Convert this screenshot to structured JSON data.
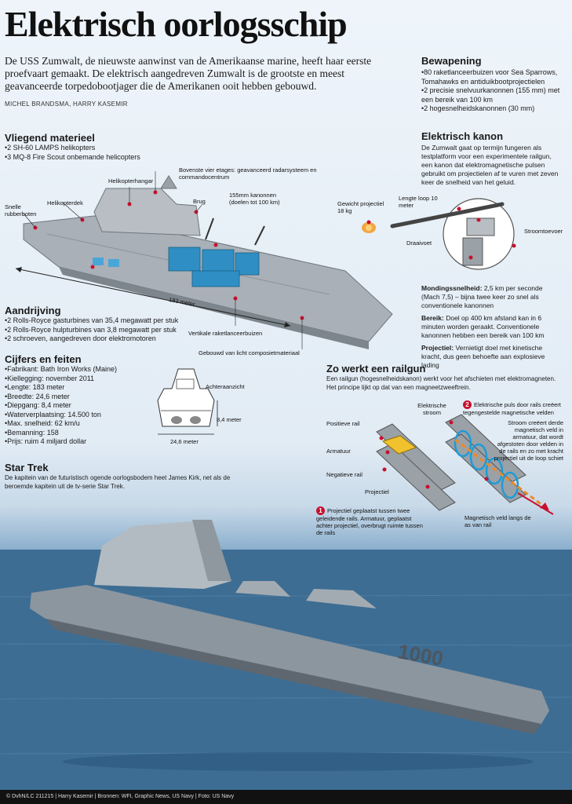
{
  "title": "Elektrisch oorlogsschip",
  "intro": "De USS Zumwalt, de nieuwste aanwinst van de Amerikaanse marine, heeft haar eerste proefvaart gemaakt. De elektrisch aangedreven Zumwalt is de grootste en meest geavanceerde torpedobootjager die de Amerikanen ooit hebben gebouwd.",
  "byline": "MICHEL BRANDSMA, HARRY KASEMIR",
  "vliegend": {
    "heading": "Vliegend materieel",
    "items": [
      "2 SH-60 LAMPS helikopters",
      "3 MQ-8 Fire Scout onbemande helicopters"
    ]
  },
  "bewapening": {
    "heading": "Bewapening",
    "items": [
      "80 raketlanceerbuizen voor Sea Sparrows, Tomahawks en antiduikbootprojectielen",
      "2 precisie snelvuurkanonnen (155 mm) met een bereik van 100 km",
      "2 hogesnelheidskanonnen (30 mm)"
    ]
  },
  "kanon": {
    "heading": "Elektrisch kanon",
    "text": "De Zumwalt gaat op termijn fungeren als testplatform voor een experimentele railgun, een kanon dat elektromagnetische pulsen gebruikt om projectielen af te vuren met zeven keer de snelheid van het geluid.",
    "gewicht": "Gewicht projectiel 18 kg",
    "lengte": "Lengte loop 10 meter",
    "draaivoet": "Draaivoet",
    "stroomtoevoer": "Stroomtoevoer",
    "facts": [
      {
        "label": "Mondingssnelheid:",
        "text": "2,5 km per seconde (Mach 7,5) – bijna twee keer zo snel als conventionele kanonnen"
      },
      {
        "label": "Bereik:",
        "text": "Doel op 400 km afstand kan in 6 minuten worden geraakt. Conventionele kanonnen hebben een bereik van 100 km"
      },
      {
        "label": "Projectiel:",
        "text": "Vernietigt doel met kinetische kracht, dus geen behoefte aan explosieve lading"
      }
    ]
  },
  "ship_labels": {
    "bovenste": "Bovenste vier etages: geavanceerd radarsysteem en commandocentrum",
    "helikopterhangar": "Helikopterhangar",
    "helikopterdek": "Helikopterdek",
    "snelle": "Snelle rubberboten",
    "brug": "Brug",
    "kanonnen": "155mm kanonnen (doelen tot 100 km)",
    "lengte": "183 meter",
    "raket": "Vertikale raketlanceerbuizen",
    "composiet": "Gebouwd van licht composietmateriaal"
  },
  "aandrijving": {
    "heading": "Aandrijving",
    "items": [
      "2 Rolls-Royce gasturbines van 35,4 megawatt per stuk",
      "2 Rolls-Royce hulpturbines van 3,8 megawatt per stuk",
      "2 schroeven, aangedreven door elektromotoren"
    ]
  },
  "cijfers": {
    "heading": "Cijfers en feiten",
    "items": [
      "Fabrikant: Bath Iron Works (Maine)",
      "Kiellegging: november 2011",
      "Lengte: 183 meter",
      "Breedte: 24,6 meter",
      "Diepgang: 8,4 meter",
      "Waterverplaatsing: 14.500 ton",
      "Max. snelheid: 62 km/u",
      "Bemanning: 158",
      "Prijs: ruim 4 miljard dollar"
    ]
  },
  "aanzicht": {
    "label": "Achteraanzicht",
    "height": "8,4 meter",
    "width": "24,6 meter"
  },
  "railgun": {
    "heading": "Zo werkt een railgun",
    "intro": "Een railgun (hogesnelheidskanon) werkt voor het afschieten met elektromagneten. Het principe lijkt op dat van een magneetzweeftrein.",
    "positieve": "Positieve rail",
    "armatuur": "Armatuur",
    "negatieve": "Negatieve rail",
    "projectiel": "Projectiel",
    "stroom": "Elektrische stroom",
    "step1_num": "1",
    "step1": "Projectiel geplaatst tussen twee geleidende rails. Armatuur, geplaatst achter projectiel, overbrugt ruimte tussen de rails",
    "step2_num": "2",
    "step2": "Elektrische puls door rails creëert tegengestelde magnetische velden",
    "stroom_veld": "Stroom creëert derde magnetisch veld in armatuur, dat wordt afgestoten door velden in de rails en zo met kracht projectiel uit de loop schiet",
    "magnetisch": "Magnetisch veld langs de as van rail"
  },
  "startrek": {
    "heading": "Star Trek",
    "text": "De kapitein van de futuristisch ogende oorlogsbodem heet James Kirk, net als de beroemde kapitein uit de tv-serie Star Trek."
  },
  "hull_number": "1000",
  "footer": "© DvhN/LC  211215  |  Harry Kasemir  |  Bronnen: WFI, Graphic News, US Navy  |  Foto: US Navy",
  "colors": {
    "accent": "#c8102e",
    "ship": "#9aa3ab",
    "water": "#2f5f86",
    "rail_blue": "#1e9bd7"
  }
}
